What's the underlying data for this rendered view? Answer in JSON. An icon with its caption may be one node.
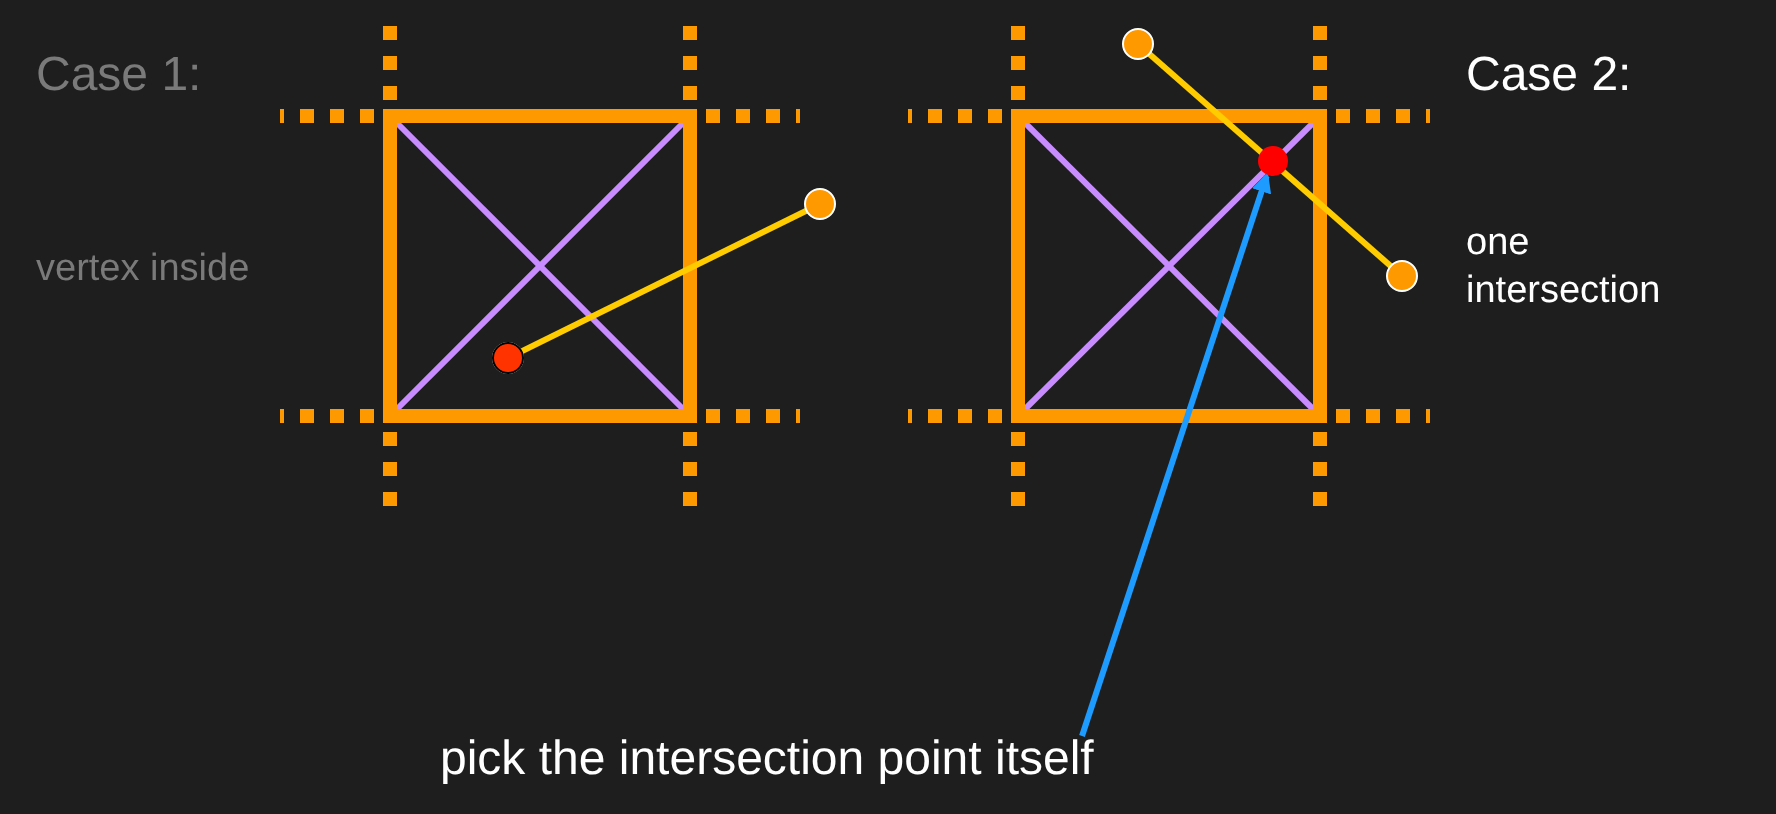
{
  "diagram": {
    "nodes": [
      {
        "text": [
          "pick the intersection point itself"
        ]
      },
      {
        "text": [],
        "shape": "circle"
      }
    ],
    "edges": [
      {
        "from": 0,
        "to": 1,
        "arrow": "to"
      }
    ],
    "labels": [
      "Case 1:",
      "vertex inside",
      "Case 2:",
      "one intersection"
    ]
  }
}
